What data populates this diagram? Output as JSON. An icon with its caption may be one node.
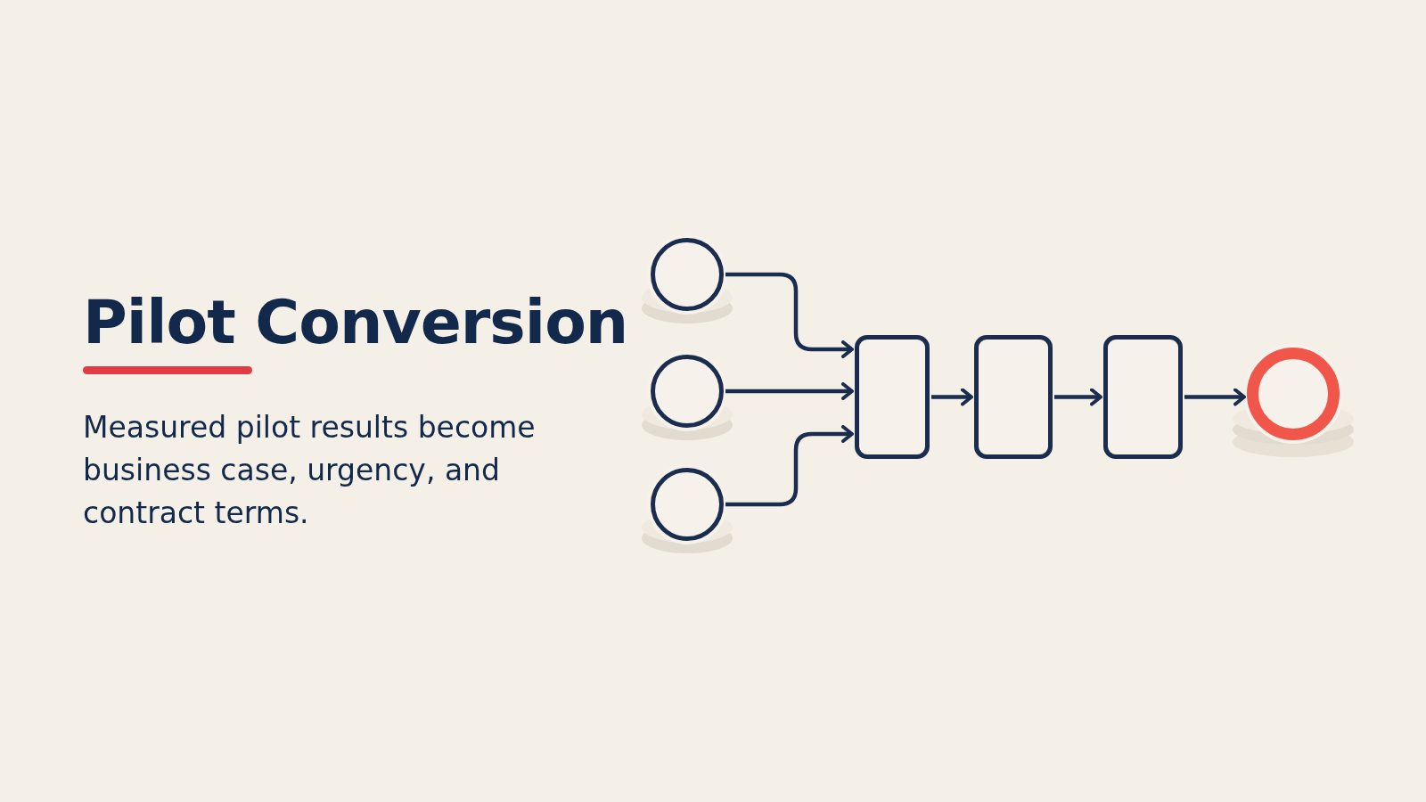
{
  "diagram": {
    "title": "Pilot Conversion",
    "nodes": [
      {
        "text": [],
        "shape": "circle"
      },
      {
        "text": [],
        "shape": "circle"
      },
      {
        "text": [],
        "shape": "circle"
      },
      {
        "text": [],
        "shape": "box"
      },
      {
        "text": [],
        "shape": "box"
      },
      {
        "text": [],
        "shape": "box"
      },
      {
        "text": [],
        "shape": "circle"
      }
    ],
    "edges": [
      {
        "from": 0,
        "to": 3,
        "arrow": "to"
      },
      {
        "from": 1,
        "to": 3,
        "arrow": "to"
      },
      {
        "from": 2,
        "to": 3,
        "arrow": "to"
      },
      {
        "from": 3,
        "to": 4,
        "arrow": "to"
      },
      {
        "from": 4,
        "to": 5,
        "arrow": "to"
      },
      {
        "from": 5,
        "to": 6,
        "arrow": "to"
      }
    ],
    "labels": [
      "Measured pilot results become business case, urgency, and contract terms."
    ]
  }
}
